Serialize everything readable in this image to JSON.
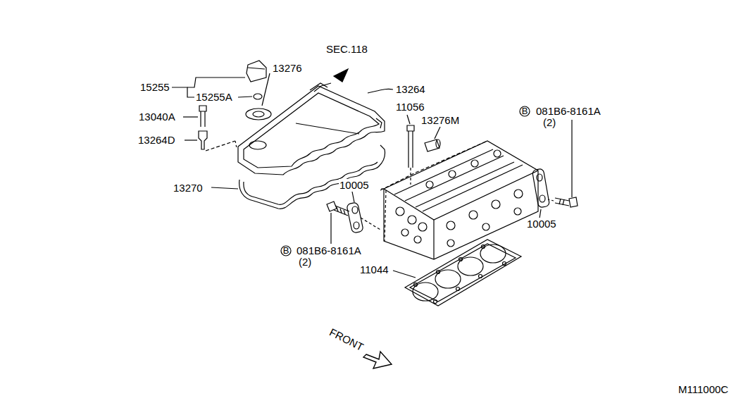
{
  "diagram": {
    "labels": [
      "SEC.118",
      "15255",
      "13276",
      "15255A",
      "13264",
      "13040A",
      "11056",
      "13276M",
      "13264D",
      "B",
      "081B6-8161A",
      "(2)",
      "13270",
      "10005",
      "10005",
      "B",
      "081B6-8161A",
      "(2)",
      "11044",
      "FRONT",
      "M111000C"
    ]
  }
}
